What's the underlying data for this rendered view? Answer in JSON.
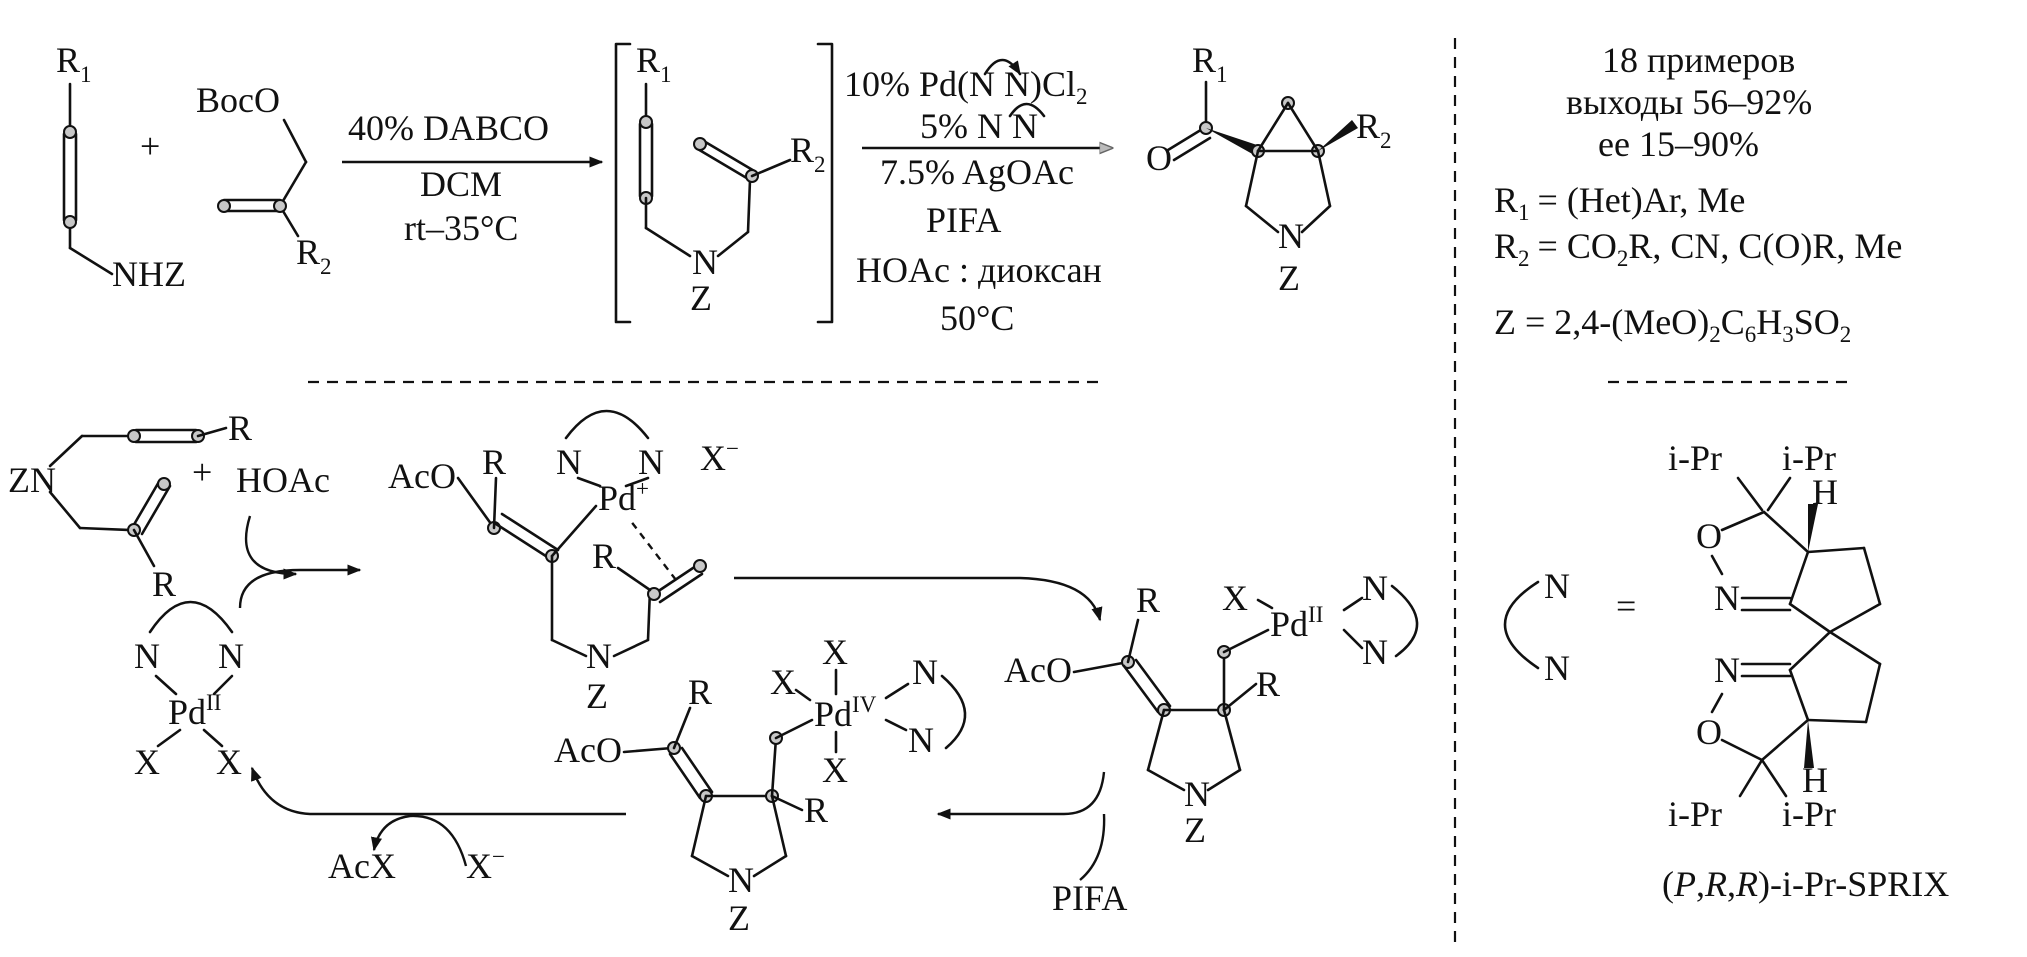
{
  "labels": {
    "r1": "R",
    "r2": "R",
    "sub1": "1",
    "sub2": "2",
    "r": "R",
    "z": "Z",
    "n": "N",
    "nhz": "NHZ",
    "boco": "BocO",
    "plus": "+",
    "o": "O",
    "x": "X",
    "xminus": "X",
    "minus": "−",
    "h": "H",
    "pd": "Pd",
    "pd_plus": "+",
    "pd_ii": "II",
    "pd_iv": "IV",
    "aco": "AcO",
    "zn": "ZN",
    "hoac": "HOAc",
    "acx": "AcX",
    "pifa": "PIFA",
    "ipr": "i-Pr",
    "equals": "="
  },
  "conditions1": {
    "line1": "40% DABCO",
    "line2": "DCM",
    "line3": "rt–35°C"
  },
  "conditions2": {
    "line1_a": "10% Pd(",
    "line1_b": "N N",
    "line1_c": ")Cl",
    "line1_sub": "2",
    "line2_a": "5% ",
    "line2_b": "N N",
    "line3": "7.5% AgOAc",
    "line4": "PIFA",
    "line5": "HOAc : диоксан",
    "line6": "50°C"
  },
  "summary": {
    "examples": "18 примеров",
    "yields": "выходы 56–92%",
    "ee": "ee 15–90%",
    "r1_def": "= (Het)Ar, Me",
    "r2_def_a": "= CO",
    "r2_def_sub": "2",
    "r2_def_b": "R, CN, C(O)R, Me",
    "z_def_a": "Z = 2,4-(MeO)",
    "z_def_sub1": "2",
    "z_def_b": "C",
    "z_def_sub2": "6",
    "z_def_c": "H",
    "z_def_sub3": "3",
    "z_def_d": "SO",
    "z_def_sub4": "2"
  },
  "ligand": {
    "name_a": "(",
    "name_p": "P",
    "name_sep1": ",",
    "name_r1": "R",
    "name_sep2": ",",
    "name_r2": "R",
    "name_b": ")-i-Pr-SPRIX"
  }
}
